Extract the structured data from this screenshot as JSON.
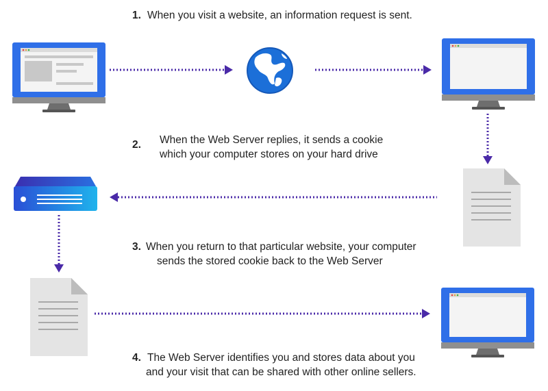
{
  "steps": [
    {
      "num": "1.",
      "lines": [
        "When you visit a website, an information request is sent."
      ]
    },
    {
      "num": "2.",
      "lines": [
        "When the Web Server replies, it sends a cookie",
        "which your computer stores on your hard drive"
      ]
    },
    {
      "num": "3.",
      "lines": [
        "When you return to that particular website, your computer",
        "sends the stored cookie back to the Web Server"
      ]
    },
    {
      "num": "4.",
      "lines": [
        "The Web Server identifies you and stores data about you",
        "and your visit that can be shared with other online sellers."
      ]
    }
  ],
  "colors": {
    "monitor_blue": "#2f6fe8",
    "arrow_purple": "#4a2aa8",
    "globe_blue": "#1c6fd8",
    "server_cyan": "#1fb3ec",
    "doc_gray": "#e4e4e4",
    "stand_gray": "#8f8f8f"
  },
  "icons": [
    "computer-monitor-icon",
    "globe-icon",
    "web-server-icon",
    "cookie-document-icon"
  ]
}
